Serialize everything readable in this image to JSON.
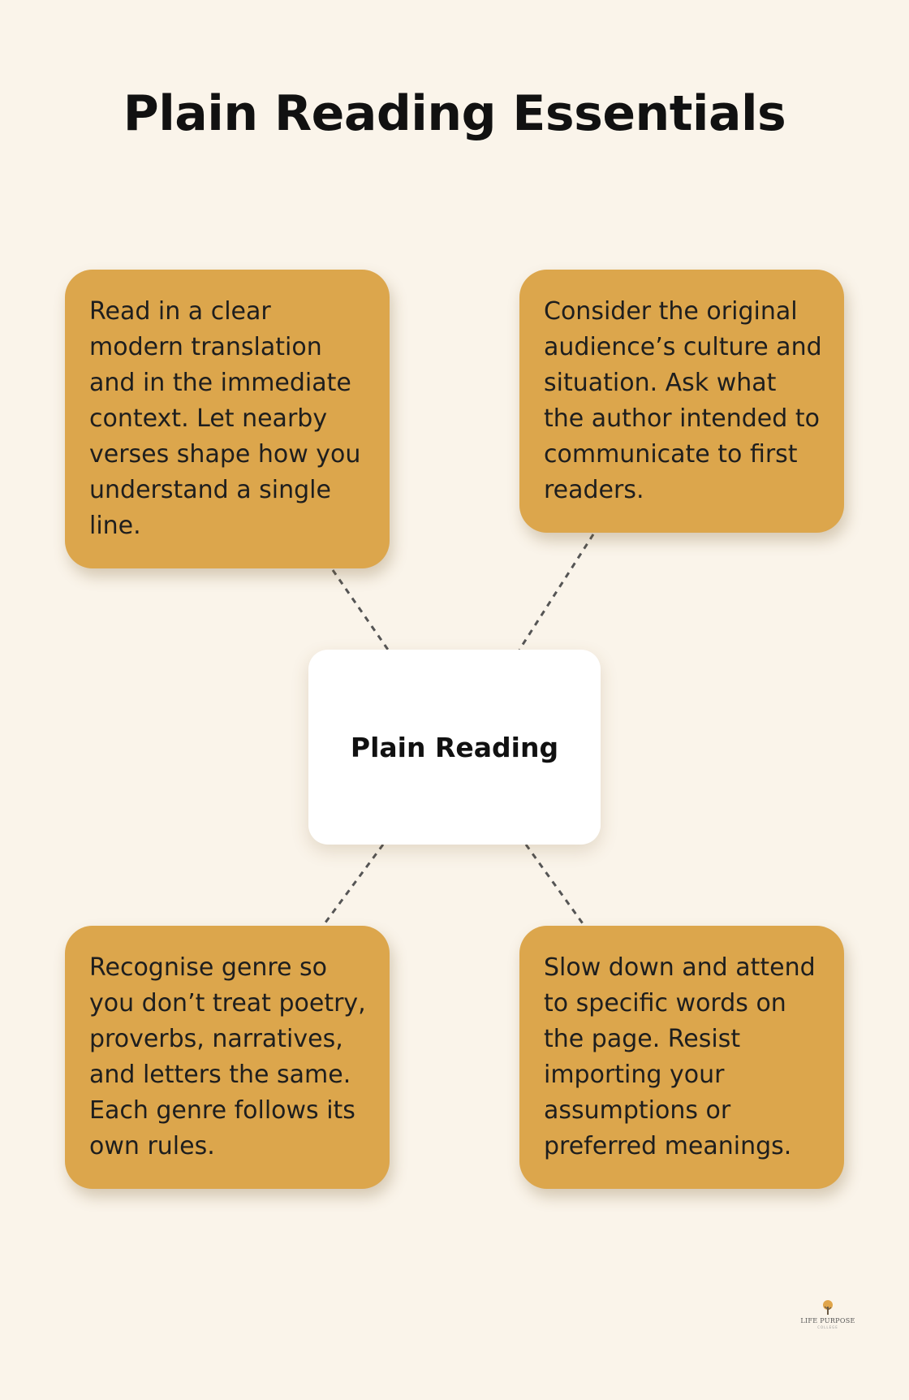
{
  "title": "Plain Reading Essentials",
  "center": {
    "label": "Plain Reading"
  },
  "cards": {
    "top_left": "Read in a clear modern translation and in the immediate context. Let nearby verses shape how you understand a single line.",
    "top_right": "Consider the original audience’s culture and situation. Ask what the author intended to communicate to first readers.",
    "bottom_left": "Recognise genre so you don’t treat poetry, proverbs, narratives, and letters the same. Each genre follows its own rules.",
    "bottom_right": "Slow down and attend to specific words on the page. Resist importing your assumptions or preferred meanings."
  },
  "logo": {
    "icon": "tree-icon",
    "text": "LIFE PURPOSE",
    "subtext": "COLLEGE"
  },
  "colors": {
    "background": "#faf4ea",
    "card": "#dca64c",
    "center_box": "#ffffff",
    "connector": "#555555"
  }
}
